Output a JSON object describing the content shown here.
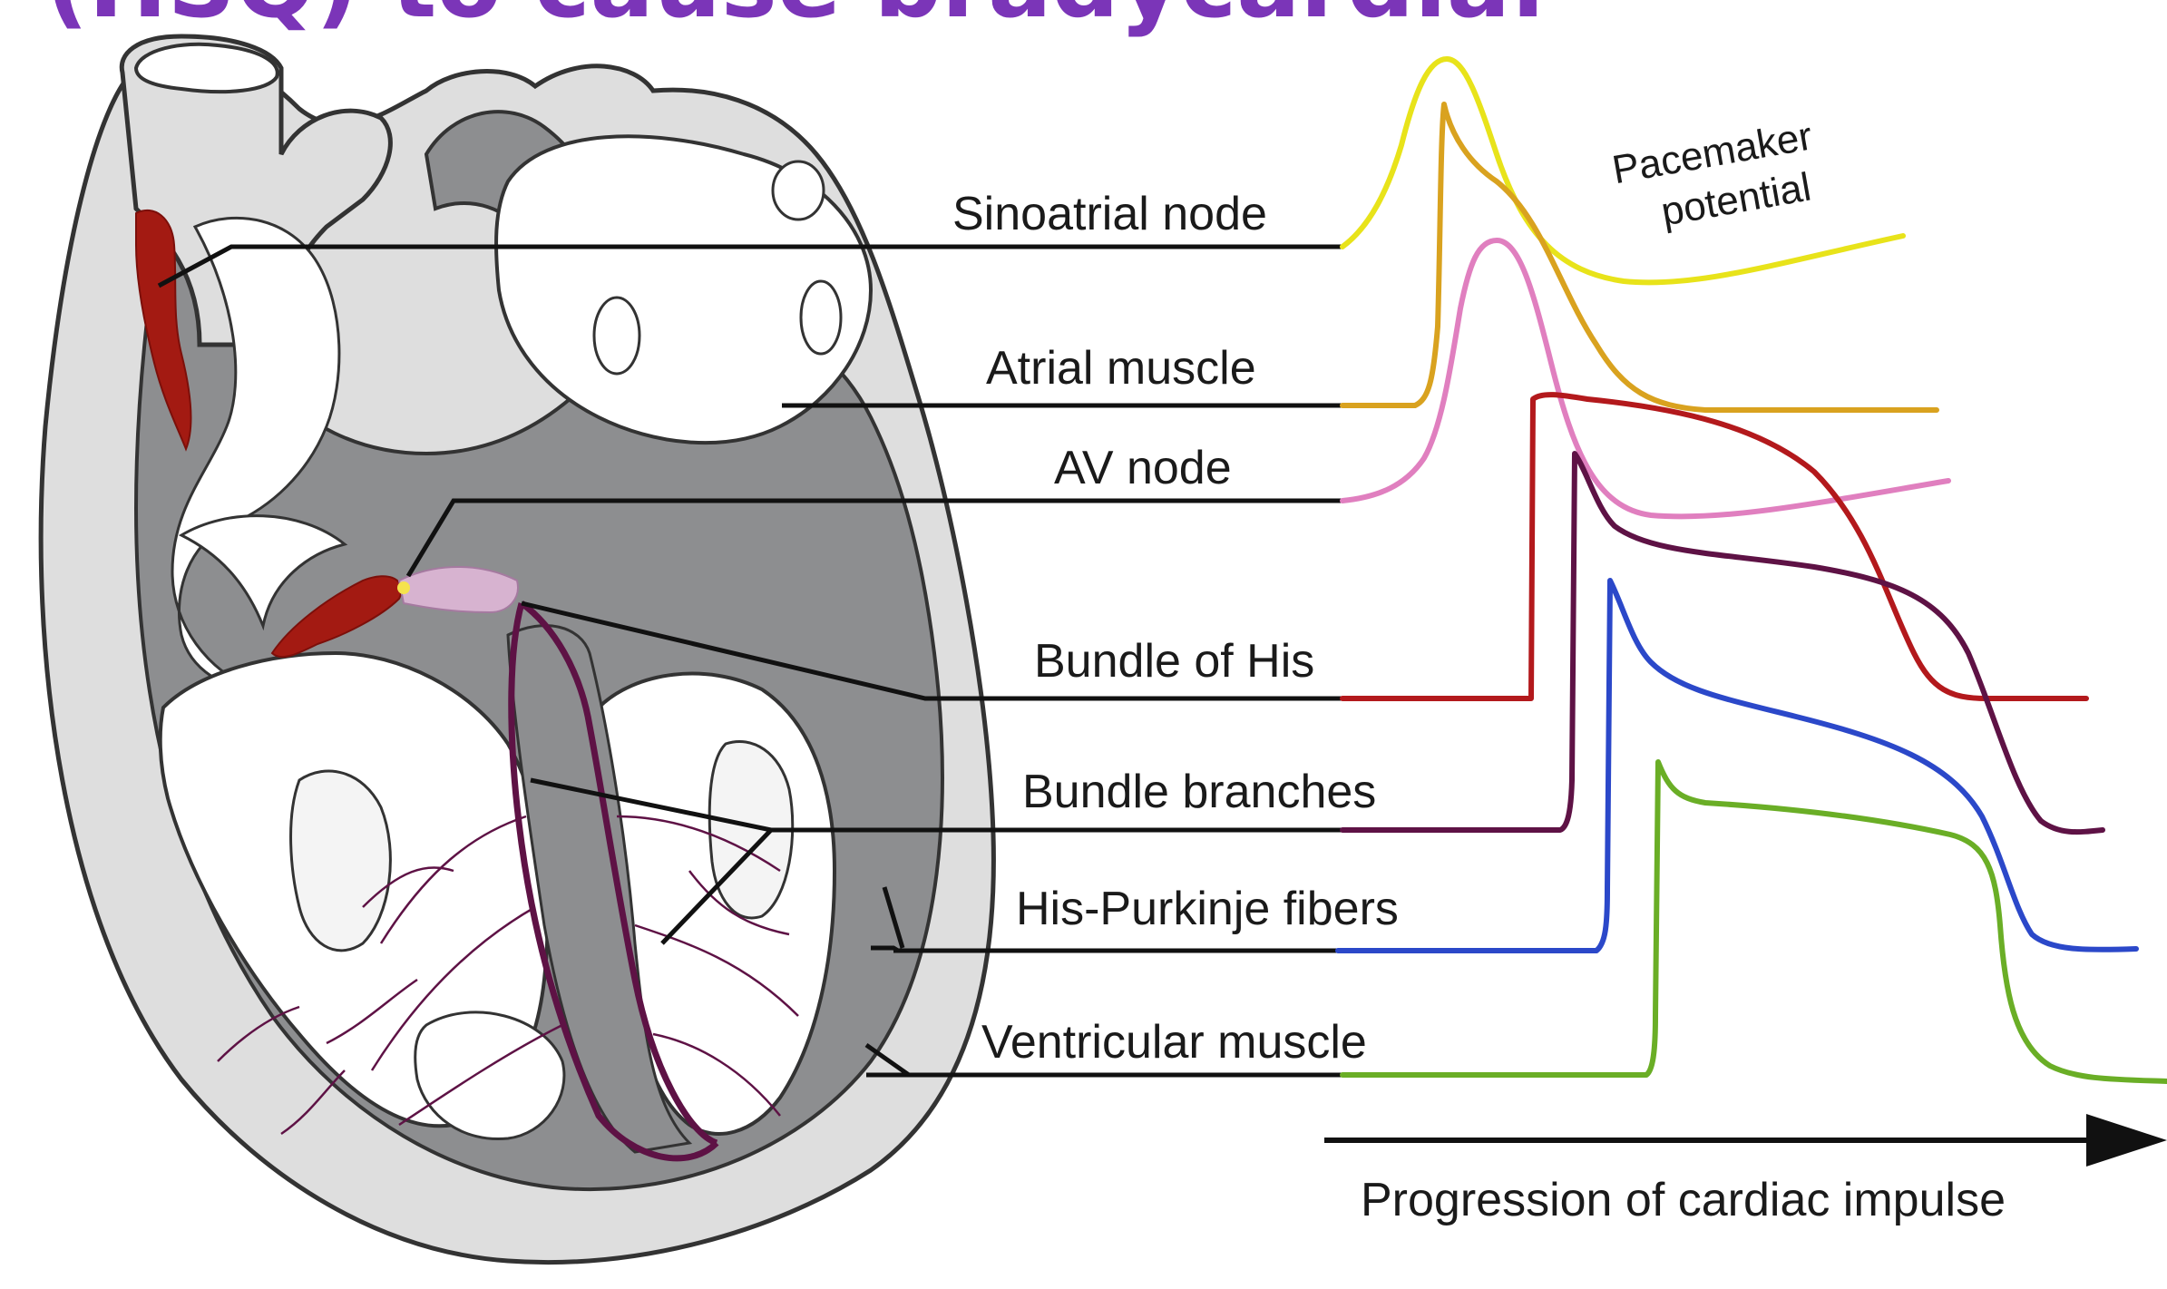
{
  "slide": {
    "title_fragment": "(HSQ) to cause bradycardia.",
    "title_color": "#7b35b8"
  },
  "diagram": {
    "labels": {
      "sa_node": "Sinoatrial node",
      "atrial_muscle": "Atrial muscle",
      "av_node": "AV node",
      "bundle_of_his": "Bundle of His",
      "bundle_branches": "Bundle branches",
      "his_purkinje": "His-Purkinje fibers",
      "ventricular_muscle": "Ventricular muscle",
      "pacemaker_line1": "Pacemaker",
      "pacemaker_line2": "potential",
      "axis": "Progression of cardiac impulse"
    },
    "trace_colors": {
      "sa_node": "#e8e31a",
      "atrial_muscle": "#d9a21f",
      "av_node": "#e07fbf",
      "bundle_of_his": "#b3191c",
      "bundle_branches": "#5e1245",
      "his_purkinje": "#2b48c9",
      "ventricular_muscle": "#6aae26"
    },
    "tissue_colors": {
      "nodal_tissue": "#a31a12",
      "heart_wall": "#8d8e90",
      "pericardium": "#dedede",
      "conduction_path": "#5e1245"
    }
  }
}
